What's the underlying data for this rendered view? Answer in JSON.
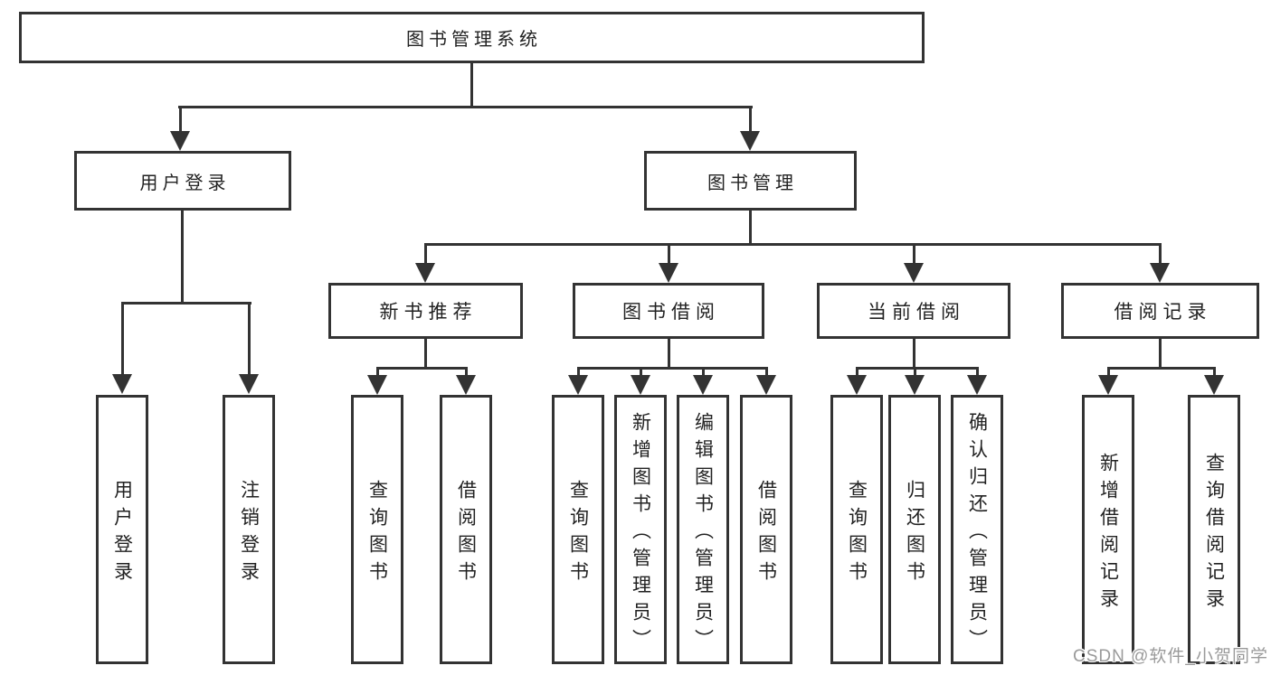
{
  "tree": {
    "root": {
      "label": "图书管理系统"
    },
    "level2": [
      {
        "label": "用户登录"
      },
      {
        "label": "图书管理"
      }
    ],
    "level3": [
      {
        "label": "新书推荐"
      },
      {
        "label": "图书借阅"
      },
      {
        "label": "当前借阅"
      },
      {
        "label": "借阅记录"
      }
    ],
    "leaves": [
      {
        "group": "用户登录",
        "label": "用户登录"
      },
      {
        "group": "用户登录",
        "label": "注销登录"
      },
      {
        "group": "新书推荐",
        "label": "查询图书"
      },
      {
        "group": "新书推荐",
        "label": "借阅图书"
      },
      {
        "group": "图书借阅",
        "label": "查询图书"
      },
      {
        "group": "图书借阅",
        "label": "新增图书（管理员）"
      },
      {
        "group": "图书借阅",
        "label": "编辑图书（管理员）"
      },
      {
        "group": "图书借阅",
        "label": "借阅图书"
      },
      {
        "group": "当前借阅",
        "label": "查询图书"
      },
      {
        "group": "当前借阅",
        "label": "归还图书"
      },
      {
        "group": "当前借阅",
        "label": "确认归还（管理员）"
      },
      {
        "group": "借阅记录",
        "label": "新增借阅记录"
      },
      {
        "group": "借阅记录",
        "label": "查询借阅记录"
      }
    ]
  },
  "watermark": {
    "text": "CSDN @软件_小贺同学"
  },
  "colors": {
    "line": "#333333",
    "text": "#222222",
    "background": "#ffffff",
    "watermark": "#9a9a9a"
  }
}
